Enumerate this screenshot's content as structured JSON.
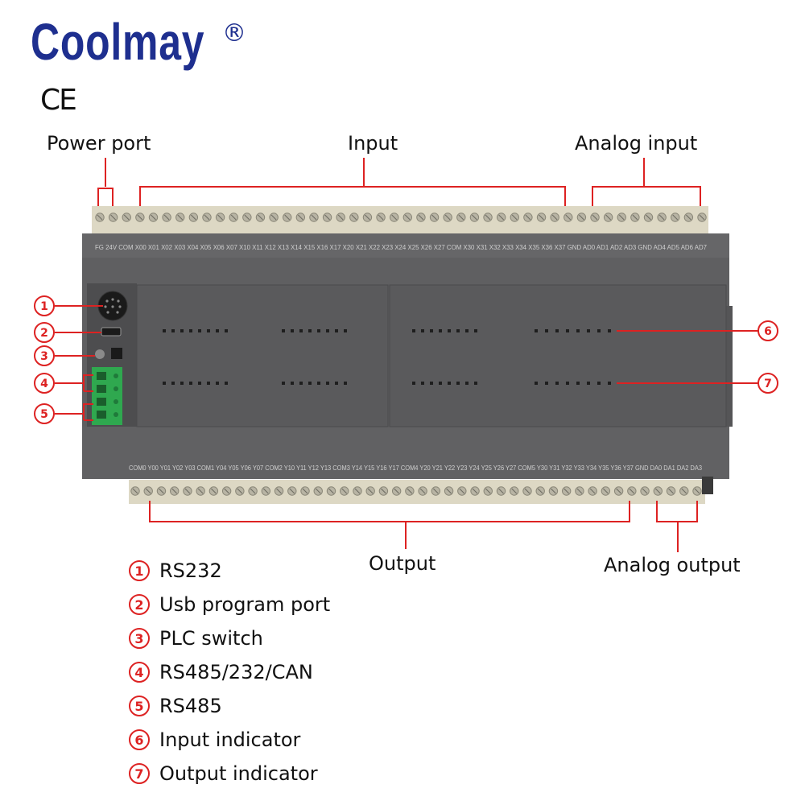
{
  "brand": {
    "name": "Coolmay",
    "registered": "®",
    "cert": "CE"
  },
  "labels": {
    "power_port": "Power port",
    "input": "Input",
    "analog_input": "Analog input",
    "output": "Output",
    "analog_output": "Analog output"
  },
  "callouts": [
    "①",
    "②",
    "③",
    "④",
    "⑤",
    "⑥",
    "⑦"
  ],
  "legend": [
    {
      "num": "①",
      "text": "RS232"
    },
    {
      "num": "②",
      "text": "Usb program port"
    },
    {
      "num": "③",
      "text": "PLC switch"
    },
    {
      "num": "④",
      "text": "RS485/232/CAN"
    },
    {
      "num": "⑤",
      "text": "RS485"
    },
    {
      "num": "⑥",
      "text": "Input indicator"
    },
    {
      "num": "⑦",
      "text": "Output indicator"
    }
  ],
  "top_terminals": "FG 24V COM X00 X01 X02 X03 X04 X05 X06 X07 X10 X11 X12 X13 X14 X15 X16 X17 X20 X21 X22 X23 X24 X25 X26 X27 COM X30 X31 X32 X33 X34 X35 X36 X37 GND AD0 AD1 AD2 AD3 GND AD4 AD5 AD6 AD7",
  "bottom_terminals": "COM0 Y00 Y01 Y02 Y03 COM1 Y04 Y05 Y06 Y07 COM2 Y10 Y11 Y12 Y13 COM3 Y14 Y15 Y16 Y17 COM4 Y20 Y21 Y22 Y23 Y24 Y25 Y26 Y27 COM5 Y30 Y31 Y32 Y33 Y34 Y35 Y36 Y37 GND DA0 DA1 DA2 DA3",
  "colors": {
    "accent": "#d22222",
    "brand": "#1e2f8f",
    "body": "#5e5e60",
    "terminal": "#ddd8c4",
    "connector": "#2fa84f"
  }
}
